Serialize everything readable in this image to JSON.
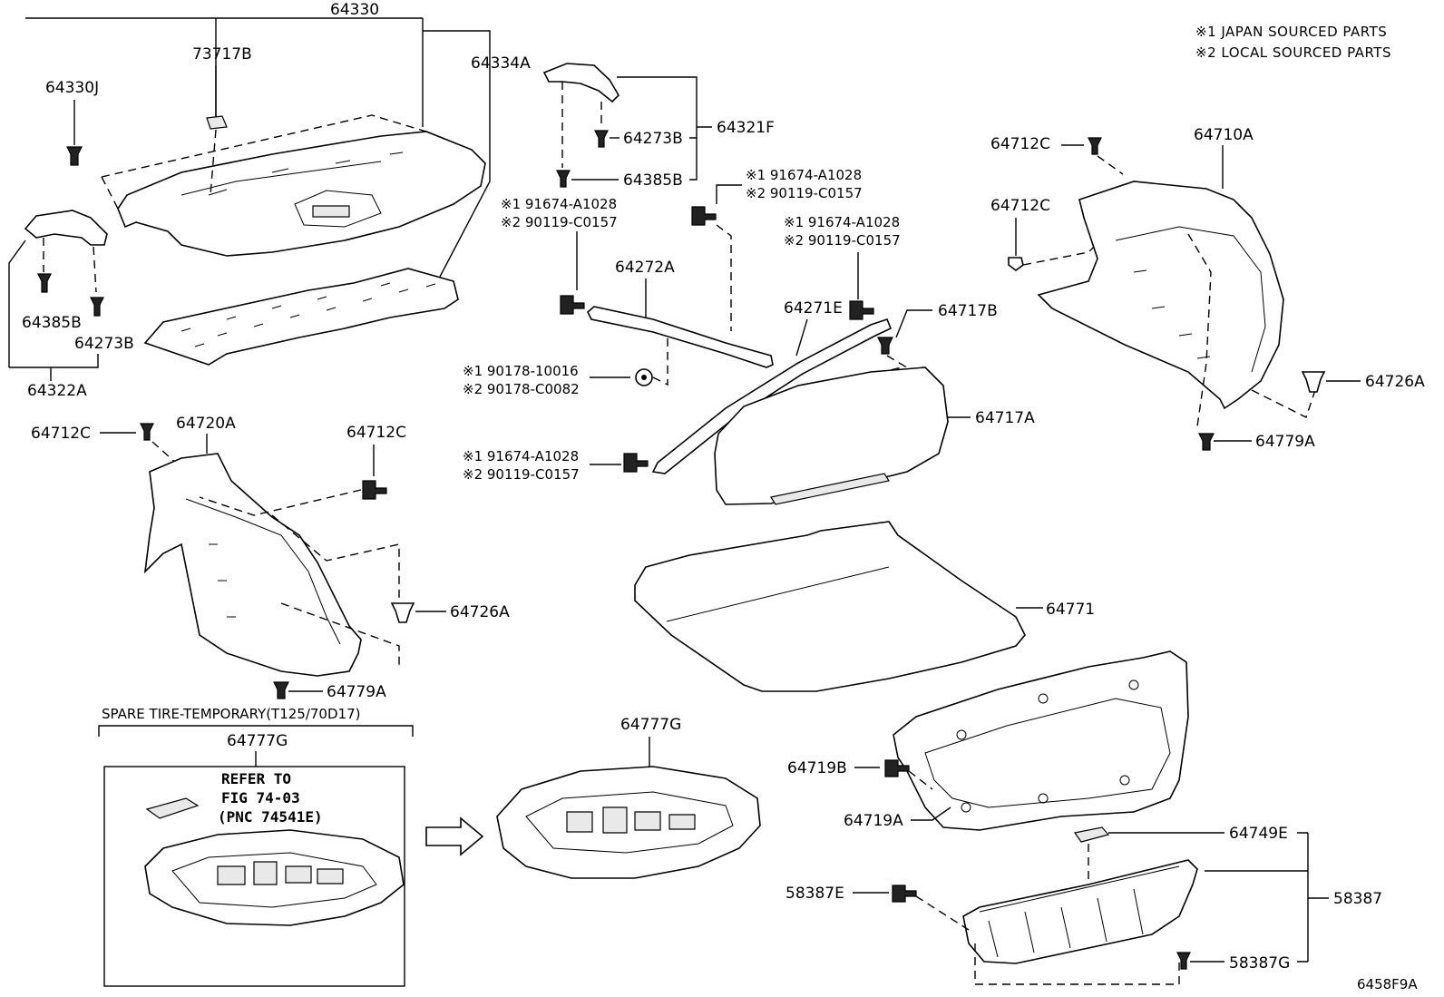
{
  "legend": {
    "note1": "※1 JAPAN SOURCED PARTS",
    "note2": "※2 LOCAL SOURCED PARTS"
  },
  "labels": {
    "p64330": "64330",
    "p73717B": "73717B",
    "p64334A": "64334A",
    "p64330J": "64330J",
    "p64385B_left": "64385B",
    "p64273B_left": "64273B",
    "p64322A": "64322A",
    "p64273B_top": "64273B",
    "p64321F": "64321F",
    "p64385B_top": "64385B",
    "ref_a_1": "※1 91674-A1028",
    "ref_a_2": "※2 90119-C0157",
    "ref_b_1": "※1 91674-A1028",
    "ref_b_2": "※2 90119-C0157",
    "ref_c_1": "※1 91674-A1028",
    "ref_c_2": "※2 90119-C0157",
    "ref_d_1": "※1 90178-10016",
    "ref_d_2": "※2 90178-C0082",
    "ref_e_1": "※1 91674-A1028",
    "ref_e_2": "※2 90119-C0157",
    "p64272A": "64272A",
    "p64271E": "64271E",
    "p64717B": "64717B",
    "p64717A": "64717A",
    "p64712C_tr1": "64712C",
    "p64710A": "64710A",
    "p64712C_tr2": "64712C",
    "p64726A_right": "64726A",
    "p64779A_right": "64779A",
    "p64712C_l1": "64712C",
    "p64720A": "64720A",
    "p64712C_l2": "64712C",
    "p64726A_left": "64726A",
    "p64779A_left": "64779A",
    "p64771": "64771",
    "spare_tire": "SPARE TIRE-TEMPORARY(T125/70D17)",
    "p64777G_box": "64777G",
    "p64777G": "64777G",
    "refer_1": "REFER TO",
    "refer_2": "FIG 74-03",
    "refer_3": "(PNC 74541E)",
    "p64719B": "64719B",
    "p64719A": "64719A",
    "p64749E": "64749E",
    "p58387E": "58387E",
    "p58387": "58387",
    "p58387G": "58387G",
    "figure_code": "6458F9A"
  }
}
